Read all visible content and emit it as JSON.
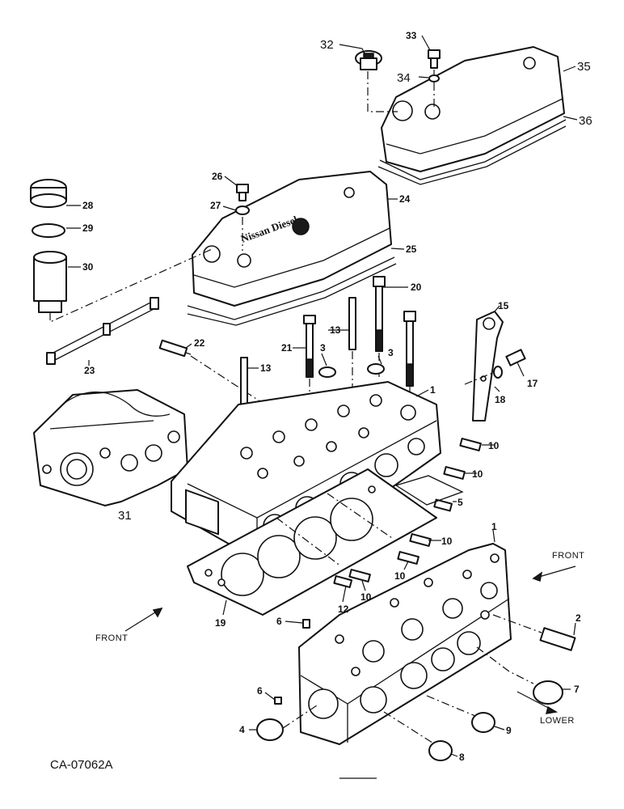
{
  "figure_code": "CA-07062A",
  "directions": {
    "front_upper": "FRONT",
    "front_lower": "FRONT",
    "lower": "LOWER"
  },
  "callouts": {
    "c1_upper": "1",
    "c1_lower": "1",
    "c2": "2",
    "c3_left": "3",
    "c3_right": "3",
    "c4": "4",
    "c5": "5",
    "c6_upper": "6",
    "c6_lower": "6",
    "c7": "7",
    "c8": "8",
    "c9": "9",
    "c10_a": "10",
    "c10_b": "10",
    "c10_c": "10",
    "c10_d": "10",
    "c10_e": "10",
    "c12": "12",
    "c13_upper": "13",
    "c13_lower": "13",
    "c15": "15",
    "c17": "17",
    "c18": "18",
    "c19": "19",
    "c20": "20",
    "c21": "21",
    "c22": "22",
    "c23": "23",
    "c24": "24",
    "c25": "25",
    "c26": "26",
    "c27": "27",
    "c28": "28",
    "c29": "29",
    "c30": "30",
    "c31": "31",
    "c32": "32",
    "c33": "33",
    "c34": "34",
    "c35": "35",
    "c36": "36"
  }
}
